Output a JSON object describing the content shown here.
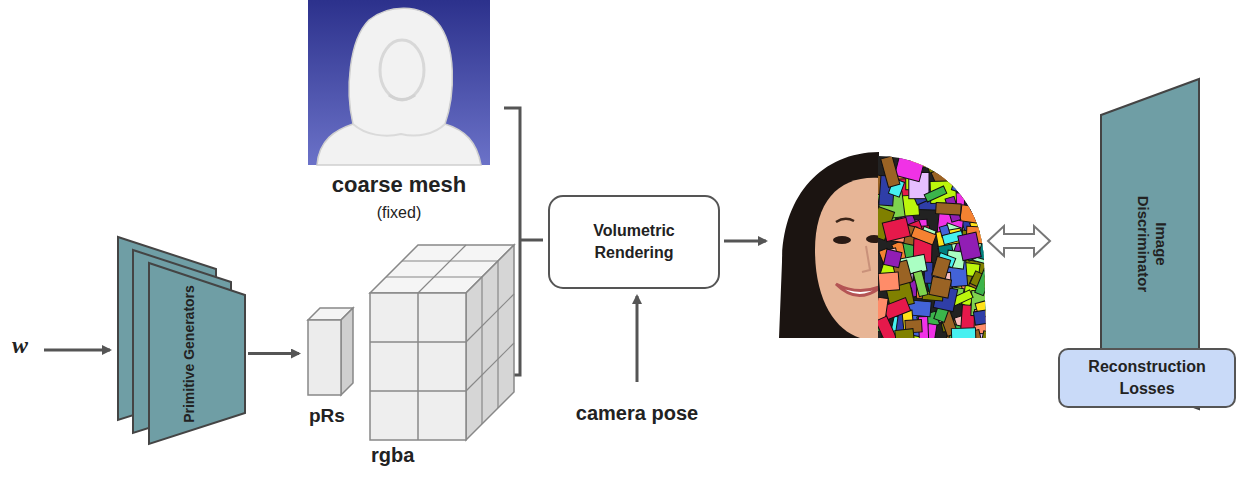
{
  "diagram": {
    "nodes": [
      {
        "text": [
          "Primitive Generators"
        ]
      },
      {
        "text": [
          "pRs"
        ]
      },
      {
        "text": [
          "rgba"
        ]
      },
      {
        "text": [
          "coarse mesh",
          "(fixed)"
        ]
      },
      {
        "text": [
          "Volumetric Rendering"
        ]
      },
      {
        "text": [
          "Image Discriminator"
        ]
      },
      {
        "text": [
          "Reconstruction Losses"
        ]
      }
    ],
    "edges": [
      {
        "from": 0,
        "to": 1,
        "arrow": "to"
      }
    ],
    "labels": [
      "w",
      "camera pose"
    ]
  }
}
